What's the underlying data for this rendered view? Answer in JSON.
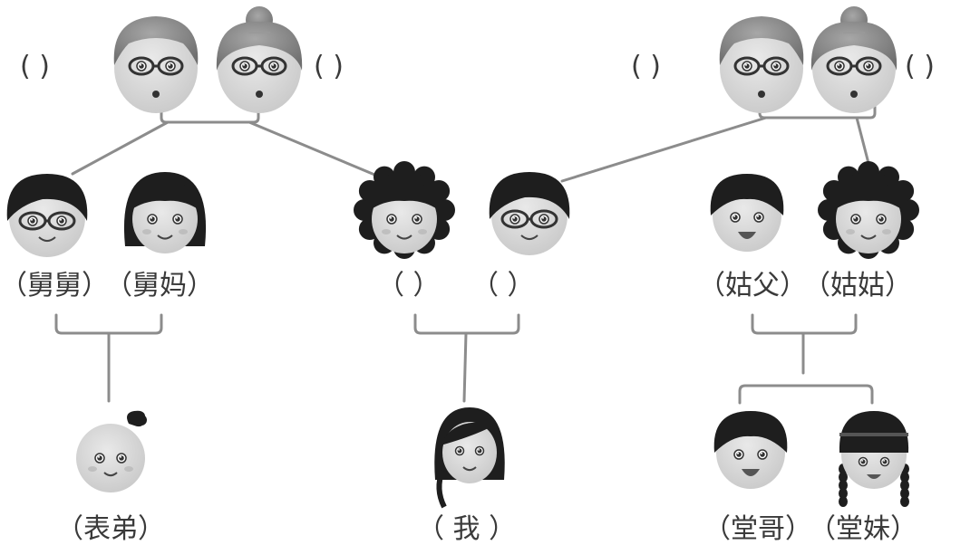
{
  "labels": {
    "paternal_grandfather": "(      )",
    "paternal_grandmother": "(      )",
    "maternal_grandfather": "(      )",
    "maternal_grandmother": "(      )",
    "uncle": "（舅舅）",
    "aunt_in_law": "（舅妈）",
    "mother": "（      ）",
    "father": "（      ）",
    "uncle_in_law": "（姑父）",
    "aunt": "（姑姑）",
    "cousin_brother_younger": "（表弟）",
    "me": "（ 我 ）",
    "cousin_brother_older": "（堂哥）",
    "cousin_sister": "（堂妹）"
  },
  "colors": {
    "skin": "#dcdcdc",
    "skin_dark": "#c8c8c8",
    "hair": "#1e1e1e",
    "gray_hair": "#8a8a8a",
    "line": "#8c8c8c",
    "text": "#3a3a3a"
  }
}
